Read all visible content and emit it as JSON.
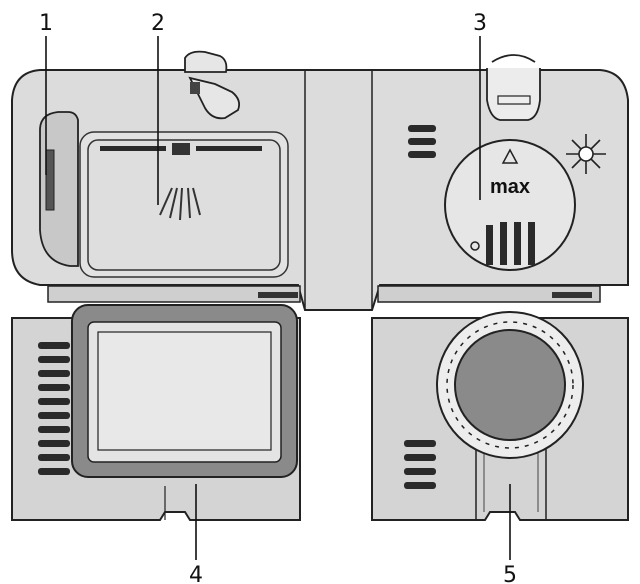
{
  "diagram": {
    "callouts": [
      {
        "id": "1",
        "label": "1"
      },
      {
        "id": "2",
        "label": "2"
      },
      {
        "id": "3",
        "label": "3"
      },
      {
        "id": "4",
        "label": "4"
      },
      {
        "id": "5",
        "label": "5"
      }
    ],
    "dial": {
      "text": "max"
    },
    "colors": {
      "stroke": "#222222",
      "body": "#dcdcdc",
      "slot": "#2a2a2a",
      "seal": "#8a8a8a"
    }
  }
}
